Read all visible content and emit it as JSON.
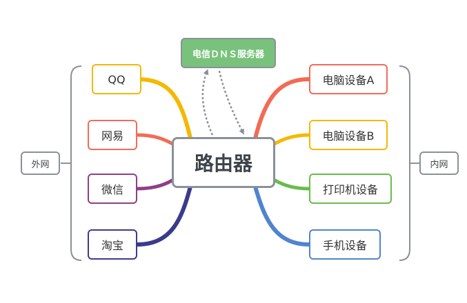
{
  "center": {
    "label": "路由器"
  },
  "dns": {
    "label": "电信ＤＮＳ服务器"
  },
  "left_group": {
    "label": "外网"
  },
  "right_group": {
    "label": "内网"
  },
  "left_nodes": [
    {
      "label": "QQ",
      "color": "#f5b800"
    },
    {
      "label": "网易",
      "color": "#f26b55"
    },
    {
      "label": "微信",
      "color": "#8e3f86"
    },
    {
      "label": "淘宝",
      "color": "#3b3b8c"
    }
  ],
  "right_nodes": [
    {
      "label": "电脑设备A",
      "color": "#f26b55"
    },
    {
      "label": "电脑设备B",
      "color": "#f5b800"
    },
    {
      "label": "打印机设备",
      "color": "#67bd4a"
    },
    {
      "label": "手机设备",
      "color": "#4f85cf"
    }
  ],
  "colors": {
    "border_gray": "#8a9099",
    "dns_fill": "#79c27c"
  }
}
